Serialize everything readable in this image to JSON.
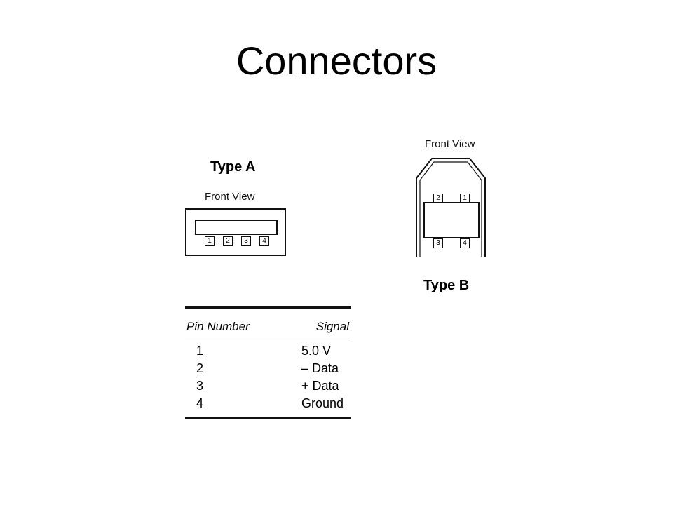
{
  "title": "Connectors",
  "type_a": {
    "label": "Type A",
    "front_view_label": "Front View",
    "pins": [
      "1",
      "2",
      "3",
      "4"
    ]
  },
  "type_b": {
    "label": "Type B",
    "front_view_label": "Front View",
    "pins_top": [
      "2",
      "1"
    ],
    "pins_bottom": [
      "3",
      "4"
    ]
  },
  "pin_table": {
    "headers": [
      "Pin Number",
      "Signal"
    ],
    "rows": [
      {
        "pin": "1",
        "signal": "5.0 V"
      },
      {
        "pin": "2",
        "signal": "– Data"
      },
      {
        "pin": "3",
        "signal": "+ Data"
      },
      {
        "pin": "4",
        "signal": "Ground"
      }
    ]
  }
}
